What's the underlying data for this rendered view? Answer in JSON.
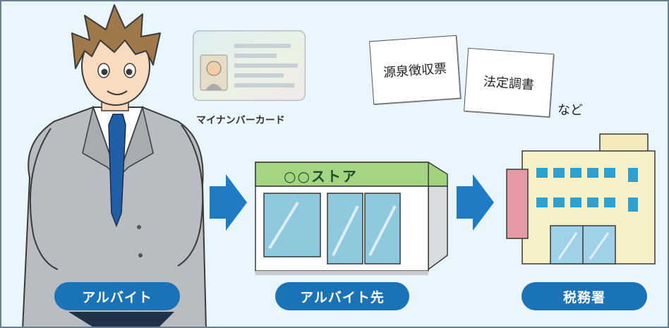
{
  "labels": {
    "part_timer": "アルバイト",
    "employer": "アルバイト先",
    "tax_office": "税務署"
  },
  "card_caption": "マイナンバーカード",
  "documents": {
    "withholding_slip": "源泉徴収票",
    "statutory_report": "法定調書",
    "etc": "など"
  },
  "store_sign": "○○ストア",
  "colors": {
    "background": "#eaf6fd",
    "pill": "#1a72b7",
    "arrow": "#1f7cc4",
    "store_roof": "#9fd27a",
    "building": "#f7f1c8",
    "building_sign": "#e59aa6"
  }
}
